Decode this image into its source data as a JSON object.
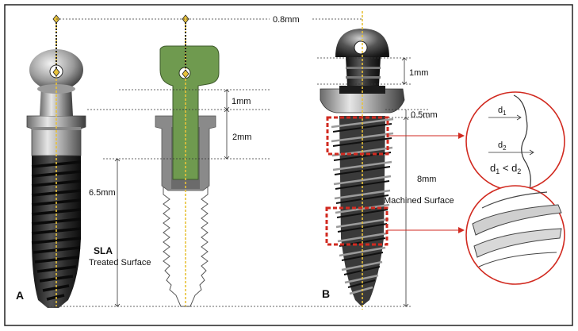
{
  "labels": {
    "panel_a": "A",
    "panel_b": "B",
    "dim_08": "0.8mm",
    "dim_1a": "1mm",
    "dim_2": "2mm",
    "dim_65": "6.5mm",
    "dim_1b": "1mm",
    "dim_05": "0.5mm",
    "dim_8": "8mm",
    "sla": "SLA",
    "treated_surface": "Treated Surface",
    "machined_surface": "Machined Surface",
    "d1": "d",
    "d1_sub": "1",
    "d2": "d",
    "d2_sub": "2",
    "ineq_d": "d",
    "ineq_sub1": "1",
    "ineq_lt": " < d",
    "ineq_sub2": "2"
  },
  "colors": {
    "green_section": "#6f9a4f",
    "red_marker": "#d12a20",
    "yellow_axis": "#e8c23a",
    "dark_body": "#262626"
  }
}
